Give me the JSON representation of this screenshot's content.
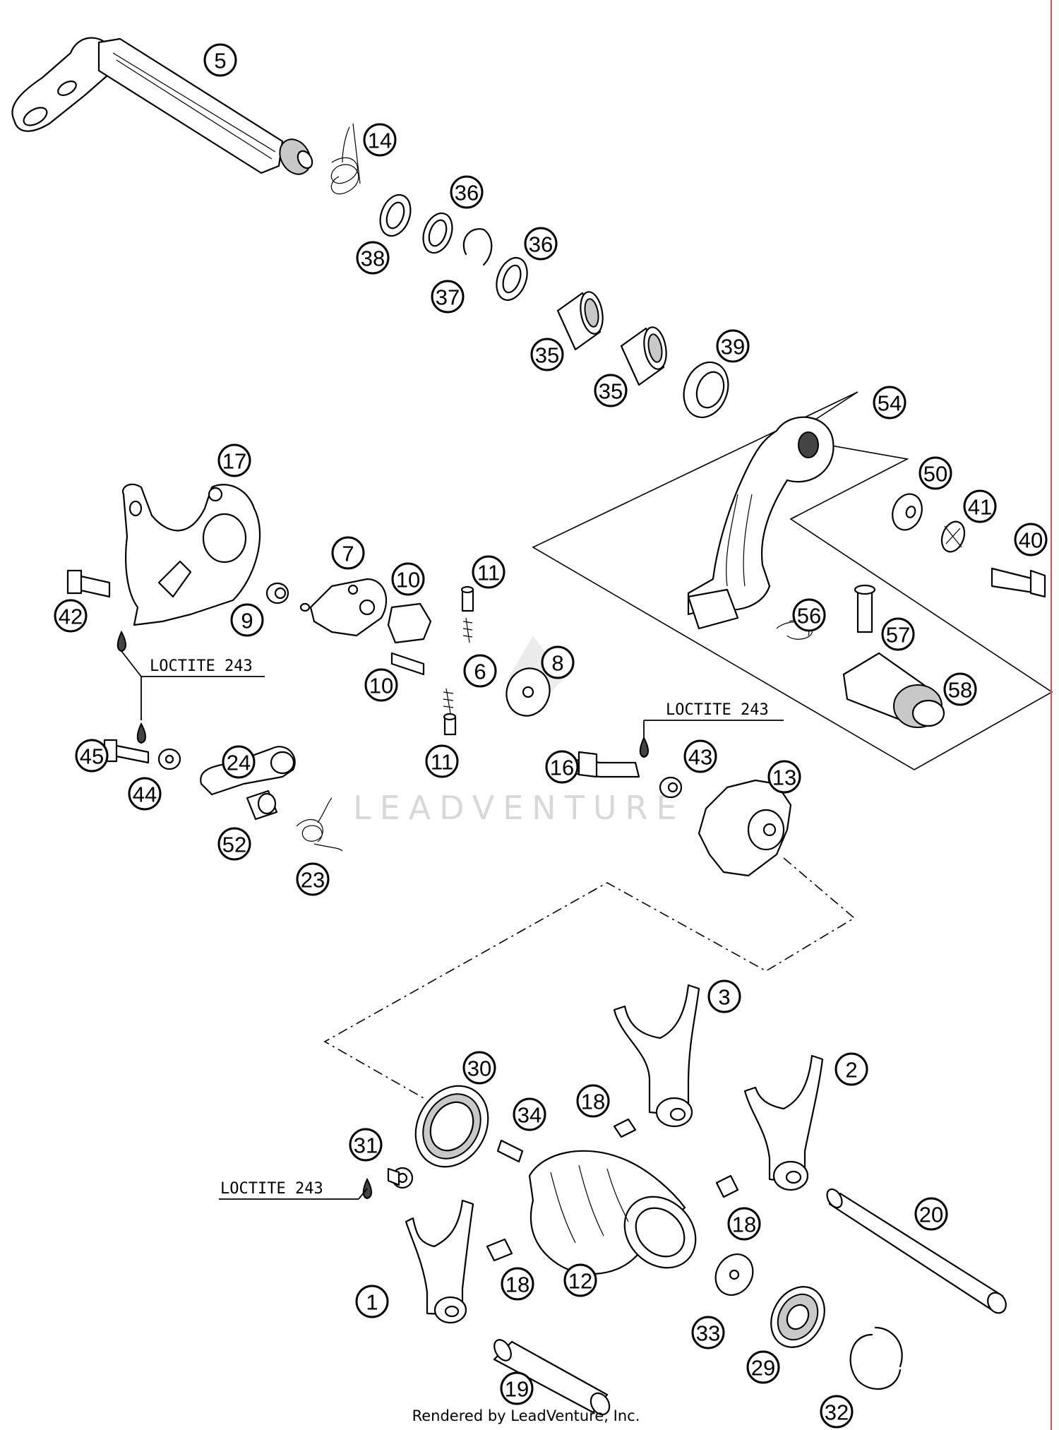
{
  "diagram": {
    "watermark": "LEADVENTURE",
    "footer": "Rendered by LeadVenture, Inc.",
    "notes": [
      "LOCTITE 243",
      "LOCTITE 243",
      "LOCTITE 243"
    ],
    "callouts": [
      "5",
      "14",
      "36",
      "38",
      "37",
      "36",
      "35",
      "35",
      "39",
      "54",
      "50",
      "41",
      "40",
      "17",
      "7",
      "10",
      "11",
      "42",
      "9",
      "10",
      "6",
      "8",
      "11",
      "56",
      "57",
      "58",
      "45",
      "44",
      "24",
      "52",
      "23",
      "16",
      "43",
      "13",
      "3",
      "30",
      "2",
      "18",
      "34",
      "31",
      "18",
      "20",
      "1",
      "18",
      "12",
      "33",
      "29",
      "19",
      "32"
    ]
  },
  "colors": {
    "ink": "#000000",
    "watermark": "#d8d8d8",
    "page_edge": "#e84a4a"
  }
}
